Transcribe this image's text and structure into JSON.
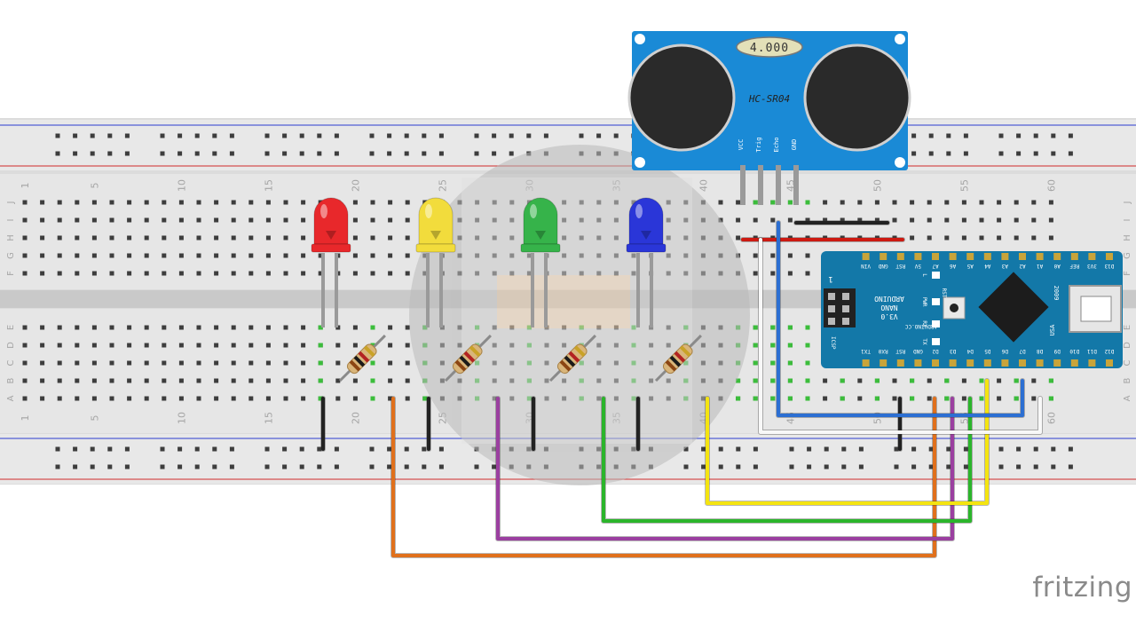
{
  "breadboard": {
    "row_letters_top": [
      "J",
      "I",
      "H",
      "G",
      "F"
    ],
    "row_letters_bottom": [
      "E",
      "D",
      "C",
      "B",
      "A"
    ],
    "column_numbers": [
      "1",
      "5",
      "10",
      "15",
      "20",
      "25",
      "30",
      "35",
      "40",
      "45",
      "50",
      "55",
      "60"
    ]
  },
  "sensor": {
    "model": "HC-SR04",
    "crystal": "4.000",
    "pins": [
      "VCC",
      "Trig",
      "Echo",
      "GND"
    ],
    "board_color": "#1a8ad6"
  },
  "arduino": {
    "labels": [
      "ARDUINO",
      "NANO",
      "V3.0"
    ],
    "website": "ARDUINO.CC",
    "year": "2009",
    "origin": "USA",
    "icsp": "ICSP",
    "icsp_pin": "1",
    "rst": "RST",
    "leds": [
      "L",
      "PWR",
      "RX",
      "TX"
    ],
    "top_pins": [
      "D13",
      "3V3",
      "REF",
      "A0",
      "A1",
      "A2",
      "A3",
      "A4",
      "A5",
      "A6",
      "A7",
      "5V",
      "RST",
      "GND",
      "VIN"
    ],
    "bottom_pins": [
      "D12",
      "D11",
      "D10",
      "D9",
      "D8",
      "D7",
      "D6",
      "D5",
      "D4",
      "D3",
      "D2",
      "GND",
      "RST",
      "RX0",
      "TX1"
    ],
    "board_color": "#1378a8"
  },
  "leds": [
    {
      "color": "#e8282b",
      "name": "red"
    },
    {
      "color": "#f2dc3c",
      "name": "yellow"
    },
    {
      "color": "#36b34a",
      "name": "green"
    },
    {
      "color": "#2a36d8",
      "name": "blue"
    }
  ],
  "wire_colors": {
    "black": "#222222",
    "orange": "#e0701c",
    "purple": "#9b3fa0",
    "green": "#2bb52b",
    "yellow": "#f4e410",
    "blue": "#2c6fd2",
    "white": "#f8f8f8",
    "red": "#cc1a12"
  },
  "watermark": "fritzing"
}
